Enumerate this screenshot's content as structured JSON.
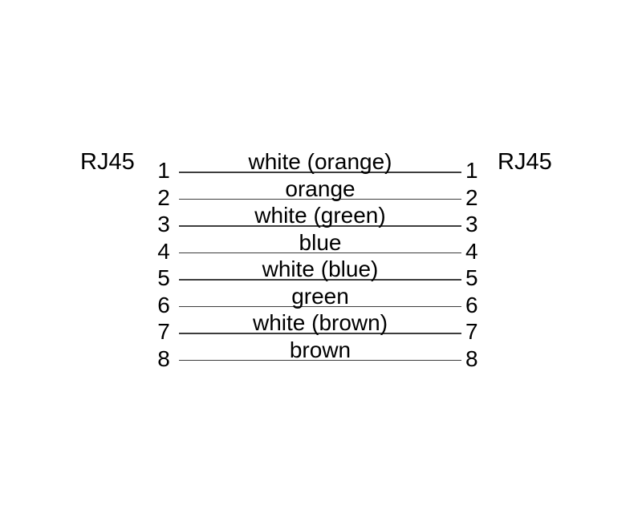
{
  "diagram": {
    "left_connector": "RJ45",
    "right_connector": "RJ45",
    "rows": [
      {
        "pin_left": "1",
        "wire": "white (orange)",
        "pin_right": "1"
      },
      {
        "pin_left": "2",
        "wire": "orange",
        "pin_right": "2"
      },
      {
        "pin_left": "3",
        "wire": "white (green)",
        "pin_right": "3"
      },
      {
        "pin_left": "4",
        "wire": "blue",
        "pin_right": "4"
      },
      {
        "pin_left": "5",
        "wire": "white (blue)",
        "pin_right": "5"
      },
      {
        "pin_left": "6",
        "wire": "green",
        "pin_right": "6"
      },
      {
        "pin_left": "7",
        "wire": "white (brown)",
        "pin_right": "7"
      },
      {
        "pin_left": "8",
        "wire": "brown",
        "pin_right": "8"
      }
    ],
    "colors": {
      "line": "#3d3d3d",
      "text": "#000000",
      "background": "#ffffff"
    }
  }
}
